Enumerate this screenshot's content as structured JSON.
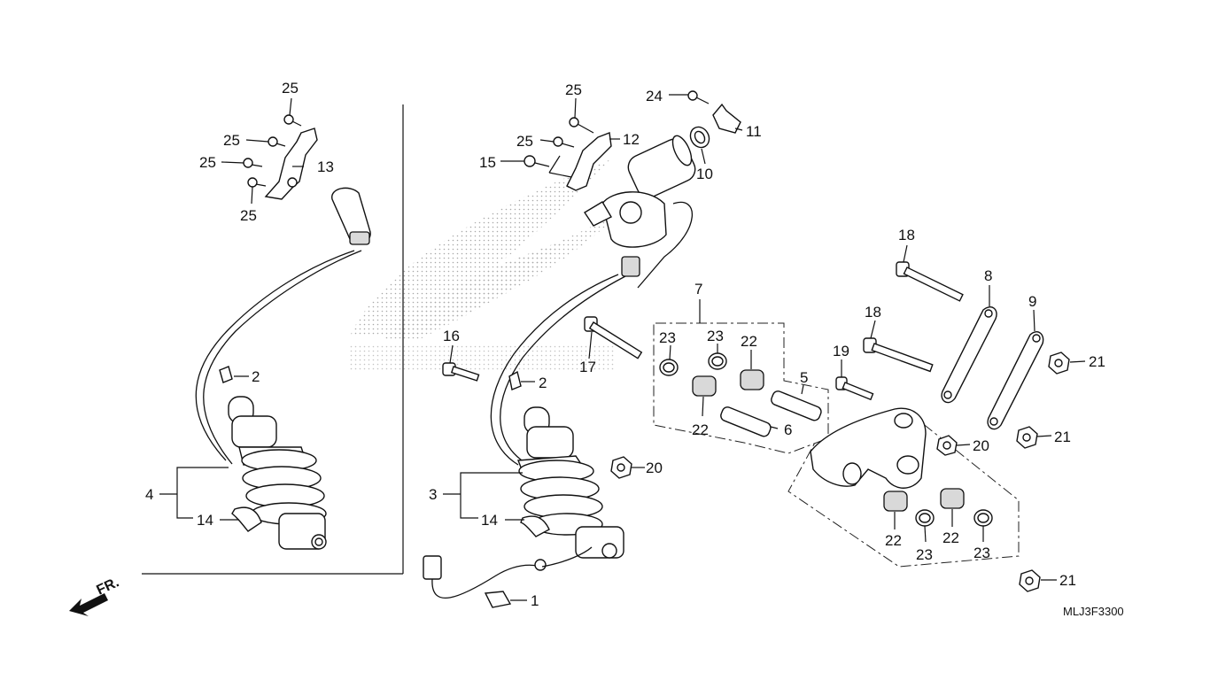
{
  "diagram": {
    "code": "MLJ3F3300",
    "front_marker": "FR.",
    "callouts": [
      {
        "id": "c25a",
        "text": "25"
      },
      {
        "id": "c25b",
        "text": "25"
      },
      {
        "id": "c25c",
        "text": "25"
      },
      {
        "id": "c25d",
        "text": "25"
      },
      {
        "id": "c13",
        "text": "13"
      },
      {
        "id": "c2a",
        "text": "2"
      },
      {
        "id": "c4",
        "text": "4"
      },
      {
        "id": "c14a",
        "text": "14"
      },
      {
        "id": "c25e",
        "text": "25"
      },
      {
        "id": "c25f",
        "text": "25"
      },
      {
        "id": "c15",
        "text": "15"
      },
      {
        "id": "c12",
        "text": "12"
      },
      {
        "id": "c24",
        "text": "24"
      },
      {
        "id": "c11",
        "text": "11"
      },
      {
        "id": "c10",
        "text": "10"
      },
      {
        "id": "c16",
        "text": "16"
      },
      {
        "id": "c2b",
        "text": "2"
      },
      {
        "id": "c17",
        "text": "17"
      },
      {
        "id": "c3",
        "text": "3"
      },
      {
        "id": "c14b",
        "text": "14"
      },
      {
        "id": "c20a",
        "text": "20"
      },
      {
        "id": "c1",
        "text": "1"
      },
      {
        "id": "c7",
        "text": "7"
      },
      {
        "id": "c23a",
        "text": "23"
      },
      {
        "id": "c23b",
        "text": "23"
      },
      {
        "id": "c22a",
        "text": "22"
      },
      {
        "id": "c22b",
        "text": "22"
      },
      {
        "id": "c5",
        "text": "5"
      },
      {
        "id": "c6",
        "text": "6"
      },
      {
        "id": "c18a",
        "text": "18"
      },
      {
        "id": "c18b",
        "text": "18"
      },
      {
        "id": "c19",
        "text": "19"
      },
      {
        "id": "c8",
        "text": "8"
      },
      {
        "id": "c9",
        "text": "9"
      },
      {
        "id": "c21a",
        "text": "21"
      },
      {
        "id": "c21b",
        "text": "21"
      },
      {
        "id": "c20b",
        "text": "20"
      },
      {
        "id": "c22c",
        "text": "22"
      },
      {
        "id": "c23c",
        "text": "23"
      },
      {
        "id": "c22d",
        "text": "22"
      },
      {
        "id": "c23d",
        "text": "23"
      },
      {
        "id": "c21c",
        "text": "21"
      }
    ]
  }
}
